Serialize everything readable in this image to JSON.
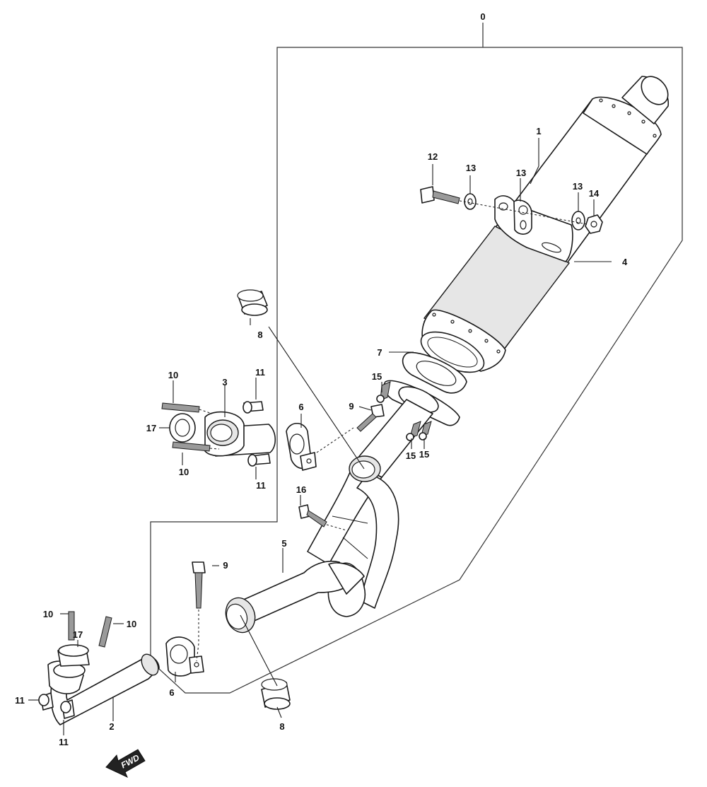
{
  "callouts": {
    "c0": "0",
    "c1": "1",
    "c2": "2",
    "c3": "3",
    "c4": "4",
    "c5": "5",
    "c6a": "6",
    "c6b": "6",
    "c7": "7",
    "c8a": "8",
    "c8b": "8",
    "c9a": "9",
    "c9b": "9",
    "c10a": "10",
    "c10b": "10",
    "c10c": "10",
    "c10d": "10",
    "c11a": "11",
    "c11b": "11",
    "c11c": "11",
    "c11d": "11",
    "c12": "12",
    "c13a": "13",
    "c13b": "13",
    "c13c": "13",
    "c14": "14",
    "c15a": "15",
    "c15b": "15",
    "c15c": "15",
    "c16": "16",
    "c17a": "17",
    "c17b": "17"
  },
  "fwd_label": "FWD",
  "colors": {
    "line": "#1a1a1a",
    "shade": "#e6e6e6",
    "thread": "#9a9a9a",
    "arrow": "#222222"
  }
}
